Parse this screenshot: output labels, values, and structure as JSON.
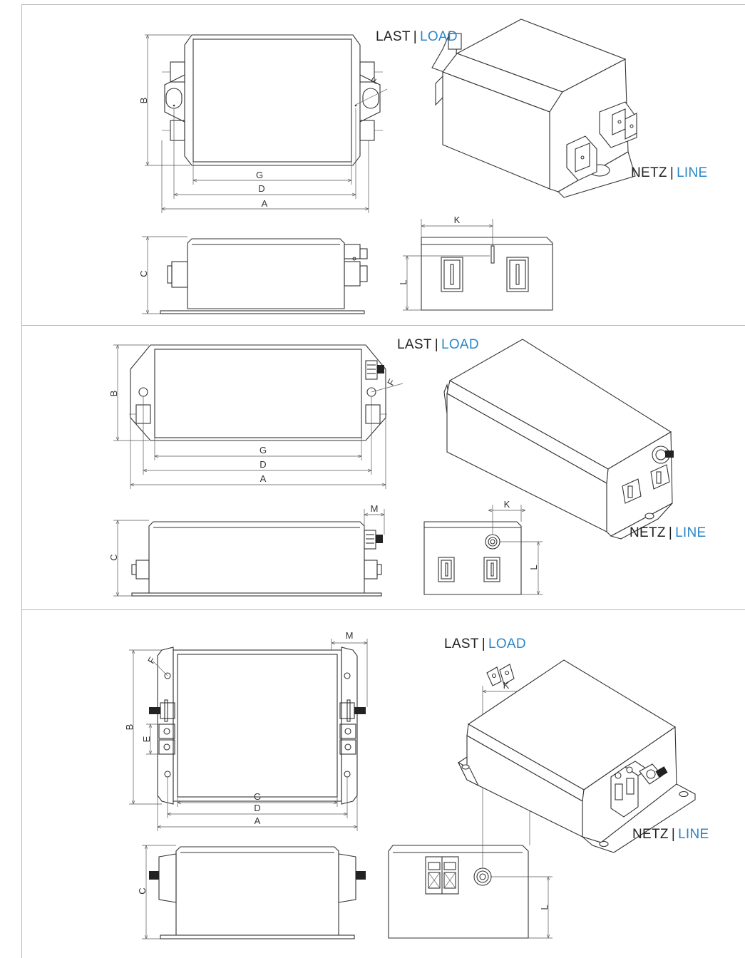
{
  "panels": [
    {
      "last_label": "LAST",
      "load_label": "LOAD",
      "netz_label": "NETZ",
      "line_label": "LINE",
      "dims": {
        "A": "A",
        "B": "B",
        "C": "C",
        "D": "D",
        "F": "F",
        "G": "G",
        "K": "K",
        "L": "L"
      }
    },
    {
      "last_label": "LAST",
      "load_label": "LOAD",
      "netz_label": "NETZ",
      "line_label": "LINE",
      "dims": {
        "A": "A",
        "B": "B",
        "C": "C",
        "D": "D",
        "F": "F",
        "G": "G",
        "K": "K",
        "L": "L",
        "M": "M"
      }
    },
    {
      "last_label": "LAST",
      "load_label": "LOAD",
      "netz_label": "NETZ",
      "line_label": "LINE",
      "dims": {
        "A": "A",
        "B": "B",
        "C": "C",
        "D": "D",
        "E": "E",
        "F": "F",
        "G": "G",
        "K": "K",
        "L": "L",
        "M": "M"
      }
    }
  ],
  "separator": "|",
  "colors": {
    "accent": "#2a86c8",
    "line": "#333333",
    "border": "#b8b8b8"
  }
}
